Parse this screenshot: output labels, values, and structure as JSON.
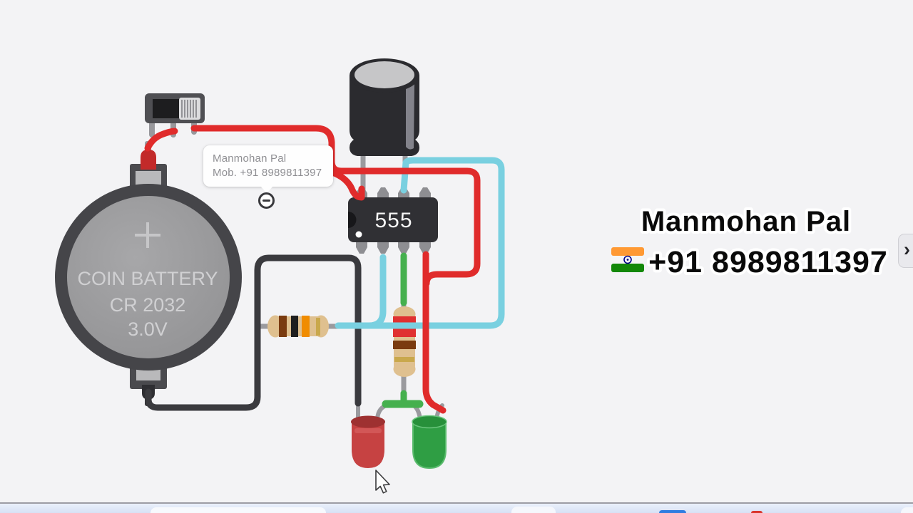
{
  "tooltip": {
    "line1": "Manmohan Pal",
    "line2": "Mob. +91 8989811397"
  },
  "ic": {
    "label": "555"
  },
  "battery": {
    "title": "COIN BATTERY",
    "model": "CR 2032",
    "voltage": "3.0V"
  },
  "watermark": {
    "name": "Manmohan Pal",
    "phone": "+91 8989811397"
  },
  "chevron": {
    "label": "›"
  },
  "components": {
    "power_switch": "slide-switch",
    "capacitor": "electrolytic-capacitor",
    "resistor_horizontal_bands": [
      "brown",
      "black",
      "orange",
      "gold"
    ],
    "resistor_vertical_bands": [
      "red",
      "red",
      "brown",
      "gold"
    ],
    "led_left": "red-led",
    "led_right": "green-led"
  },
  "colors": {
    "wire_red": "#e02b2b",
    "wire_black": "#3a3a3e",
    "wire_cyan": "#79d0e0",
    "wire_green": "#45b04e",
    "lead_gray": "#9a9a9e",
    "led_red": "#c64242",
    "led_green": "#2f9e44",
    "flag_saffron": "#ff9933",
    "flag_green": "#138808",
    "flag_chakra": "#000088"
  }
}
